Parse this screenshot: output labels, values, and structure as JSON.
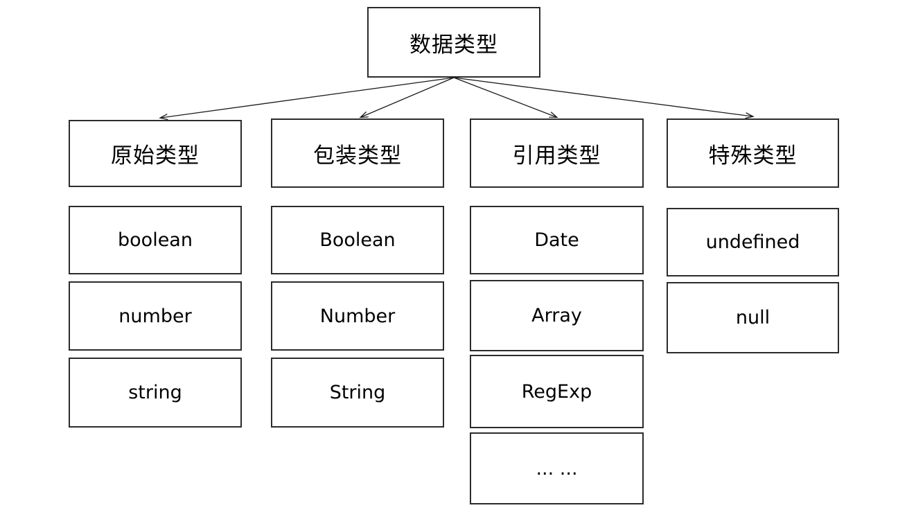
{
  "diagram": {
    "title": "数据类型",
    "root": {
      "label": "数据类型"
    },
    "categories": [
      {
        "label": "原始类型"
      },
      {
        "label": "包装类型"
      },
      {
        "label": "引用类型"
      },
      {
        "label": "特殊类型"
      }
    ],
    "columns": [
      {
        "category": "原始类型",
        "items": [
          {
            "label": "boolean"
          },
          {
            "label": "number"
          },
          {
            "label": "string"
          }
        ]
      },
      {
        "category": "包装类型",
        "items": [
          {
            "label": "Boolean"
          },
          {
            "label": "Number"
          },
          {
            "label": "String"
          }
        ]
      },
      {
        "category": "引用类型",
        "items": [
          {
            "label": "Date"
          },
          {
            "label": "Array"
          },
          {
            "label": "RegExp"
          },
          {
            "label": "... ..."
          }
        ]
      },
      {
        "category": "特殊类型",
        "items": [
          {
            "label": "undefined"
          },
          {
            "label": "null"
          }
        ]
      }
    ],
    "colors": {
      "background": "#ffffff",
      "box_border": "#2b2b2b",
      "arrow": "#1a1a1a",
      "text": "#000000"
    }
  }
}
